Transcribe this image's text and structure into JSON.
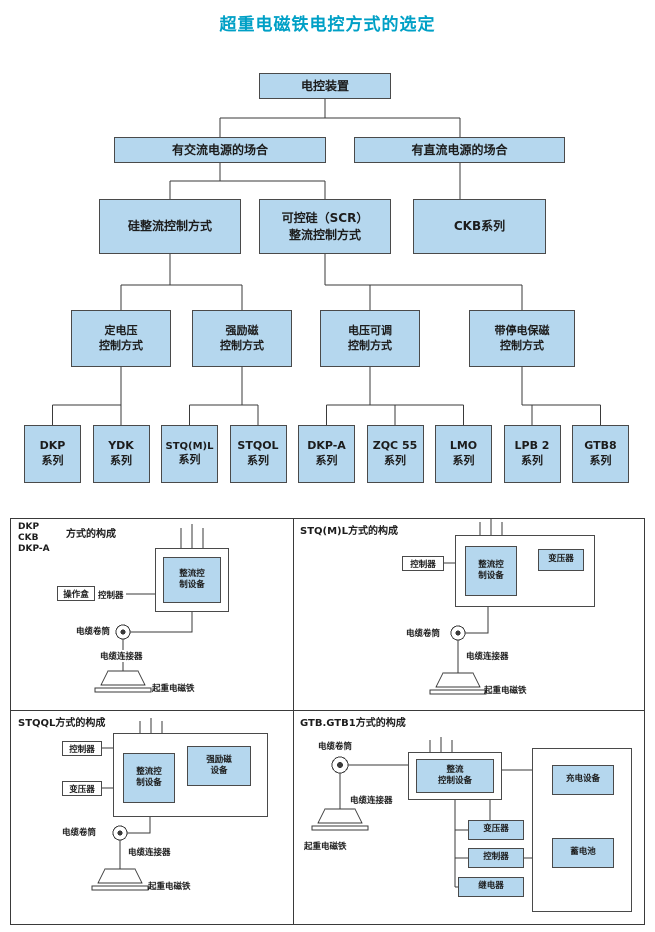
{
  "title": "超重电磁铁电控方式的选定",
  "colors": {
    "title_accent": "#00a0c6",
    "box_fill": "#b5d7ee",
    "box_border": "#4a4a4a",
    "line": "#3a3a3a"
  },
  "tree": {
    "root": "电控装置",
    "ac": "有交流电源的场合",
    "dc": "有直流电源的场合",
    "silicon": "硅整流控制方式",
    "scr1": "可控硅（SCR）",
    "scr2": "整流控制方式",
    "ckb": "CKB系列",
    "methods": [
      {
        "l1": "定电压",
        "l2": "控制方式"
      },
      {
        "l1": "强励磁",
        "l2": "控制方式"
      },
      {
        "l1": "电压可调",
        "l2": "控制方式"
      },
      {
        "l1": "带停电保磁",
        "l2": "控制方式"
      }
    ],
    "series": [
      {
        "l1": "DKP",
        "l2": "系列"
      },
      {
        "l1": "YDK",
        "l2": "系列"
      },
      {
        "l1": "STQ(M)L",
        "l2": "系列"
      },
      {
        "l1": "STQOL",
        "l2": "系列"
      },
      {
        "l1": "DKP-A",
        "l2": "系列"
      },
      {
        "l1": "ZQC 55",
        "l2": "系列"
      },
      {
        "l1": "LMO",
        "l2": "系列"
      },
      {
        "l1": "LPB 2",
        "l2": "系列"
      },
      {
        "l1": "GTB8",
        "l2": "系列"
      }
    ]
  },
  "panels": {
    "p1": {
      "m1": "DKP",
      "m2": "CKB",
      "m3": "DKP-A",
      "suffix": "方式的构成",
      "operator": "操作盒",
      "controller": "控制器",
      "equip1": "整流控",
      "equip2": "制设备",
      "reel": "电缆卷筒",
      "connector": "电缆连接器",
      "magnet": "起重电磁铁"
    },
    "p2": {
      "title": "STQ(M)L方式的构成",
      "controller": "控制器",
      "equip1": "整流控",
      "equip2": "制设备",
      "transformer": "变压器",
      "reel": "电缆卷筒",
      "connector": "电缆连接器",
      "magnet": "起重电磁铁"
    },
    "p3": {
      "title": "STQQL方式的构成",
      "controller": "控制器",
      "transformer": "变压器",
      "equip1": "整流控",
      "equip2": "制设备",
      "excit1": "强励磁",
      "excit2": "设备",
      "reel": "电缆卷筒",
      "connector": "电缆连接器",
      "magnet": "起重电磁铁"
    },
    "p4": {
      "title": "GTB.GTB1方式的构成",
      "reel": "电缆卷筒",
      "equip1": "整流",
      "equip2": "控制设备",
      "connector": "电缆连接器",
      "magnet": "起重电磁铁",
      "charger": "充电设备",
      "battery": "蓄电池",
      "transformer": "变压器",
      "controller": "控制器",
      "relay": "继电器"
    }
  }
}
